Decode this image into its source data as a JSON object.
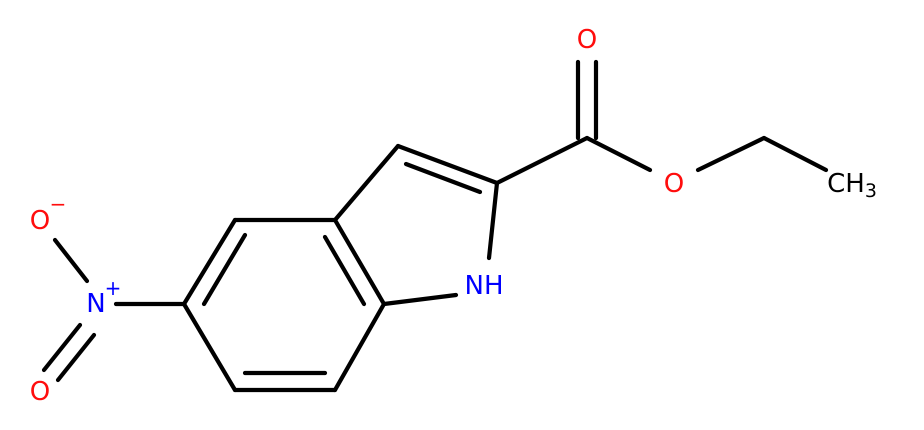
{
  "molecule": {
    "atoms": {
      "carbonyl_oxygen": {
        "symbol": "O",
        "color": "#ff0d0d"
      },
      "ester_oxygen": {
        "symbol": "O",
        "color": "#ff0d0d"
      },
      "methyl": {
        "symbol": "CH",
        "subscript": "3",
        "color": "#000000"
      },
      "ring_nitrogen": {
        "symbol": "NH",
        "color": "#0000ff"
      },
      "nitro_nitrogen": {
        "symbol": "N",
        "charge": "+",
        "color": "#0000ff"
      },
      "nitro_oxygen_anion": {
        "symbol": "O",
        "charge": "−",
        "color": "#ff0d0d"
      },
      "nitro_oxygen": {
        "symbol": "O",
        "color": "#ff0d0d"
      }
    },
    "colors": {
      "bond": "#000000",
      "oxygen": "#ff0d0d",
      "nitrogen": "#0000ff",
      "carbon": "#000000"
    }
  }
}
